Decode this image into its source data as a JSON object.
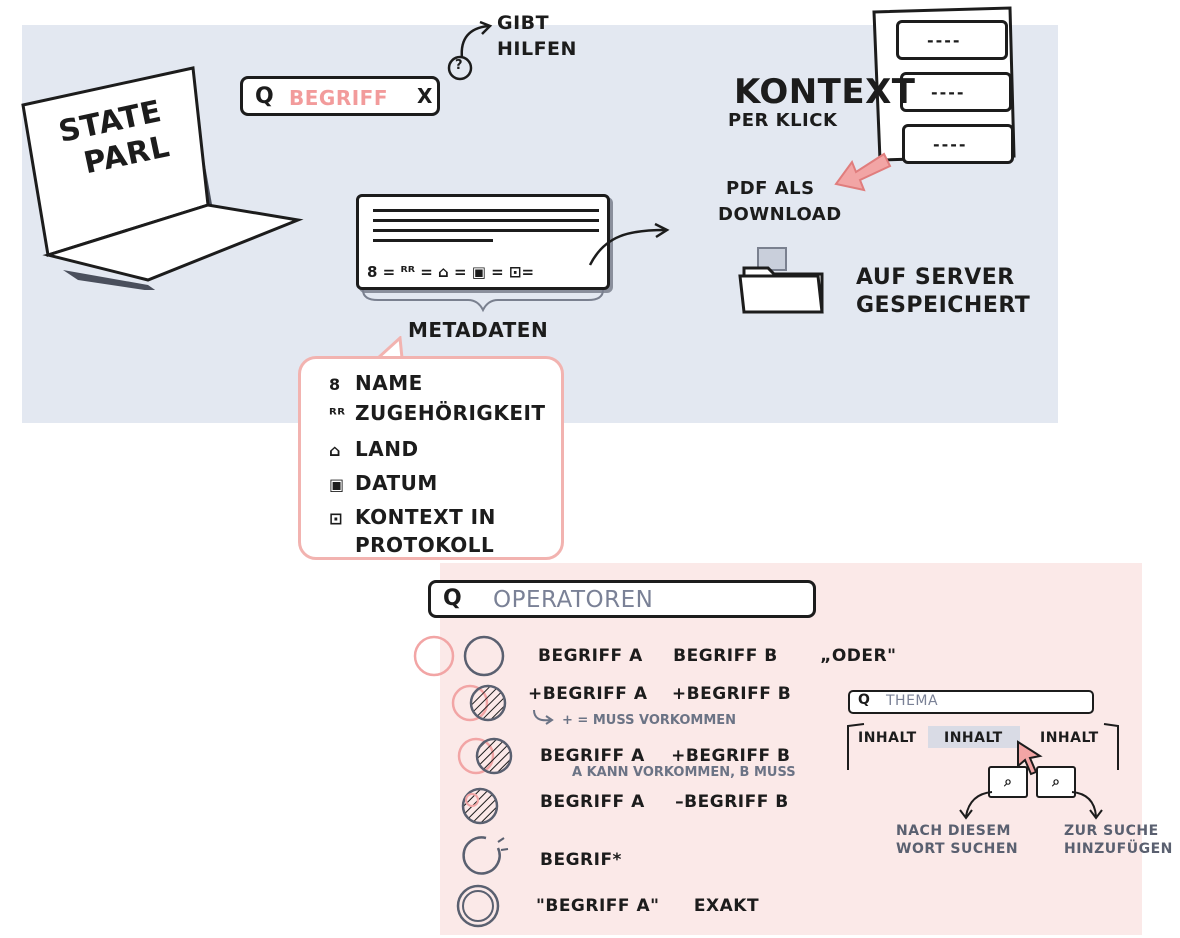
{
  "laptop": {
    "line1": "STATE",
    "line2": "PARL"
  },
  "search": {
    "icon": "search-icon",
    "placeholder": "BEGRIFF",
    "clear": "X",
    "help": "GIBT\nHILFEN",
    "help_mark": "?"
  },
  "context": {
    "title": "KONTEXT",
    "subtitle": "PER KLICK",
    "bubble_text": "----"
  },
  "pdf": {
    "line1": "PDF ALS",
    "line2": "DOWNLOAD"
  },
  "server": {
    "line1": "AUF SERVER",
    "line2": "GESPEICHERT"
  },
  "metadata": {
    "label": "METADATEN",
    "icon_row": "8 = ᴿᴿ = ⌂ = ▣ = ⊡="
  },
  "legend": [
    {
      "icon": "person-icon",
      "glyph": "8",
      "label": "NAME"
    },
    {
      "icon": "group-icon",
      "glyph": "ᴿᴿ",
      "label": "ZUGEHÖRIGKEIT"
    },
    {
      "icon": "building-icon",
      "glyph": "⌂",
      "label": "LAND"
    },
    {
      "icon": "calendar-icon",
      "glyph": "▣",
      "label": "DATUM"
    },
    {
      "icon": "context-icon",
      "glyph": "⊡",
      "label": "KONTEXT IN"
    }
  ],
  "legend_extra": "PROTOKOLL",
  "operators": {
    "search_label": "OPERATOREN",
    "rows": [
      {
        "a": "BEGRIFF A",
        "b": "BEGRIFF B",
        "c": "„ODER\""
      },
      {
        "a": "+BEGRIFF A",
        "b": "+BEGRIFF B",
        "note": "+ = MUSS VORKOMMEN"
      },
      {
        "a": "BEGRIFF A",
        "b": "+BEGRIFF B",
        "note": "A KANN VORKOMMEN, B MUSS"
      },
      {
        "a": "BEGRIFF A",
        "b": "–BEGRIFF B"
      },
      {
        "a": "BEGRIF*"
      },
      {
        "a": "\"BEGRIFF A\"",
        "b": "EXAKT"
      }
    ]
  },
  "thema": {
    "search_label": "THEMA",
    "tags": [
      "INHALT",
      "INHALT",
      "INHALT"
    ],
    "action_left": "NACH DIESEM\nWORT SUCHEN",
    "action_right": "ZUR SUCHE\nHINZUFÜGEN"
  }
}
